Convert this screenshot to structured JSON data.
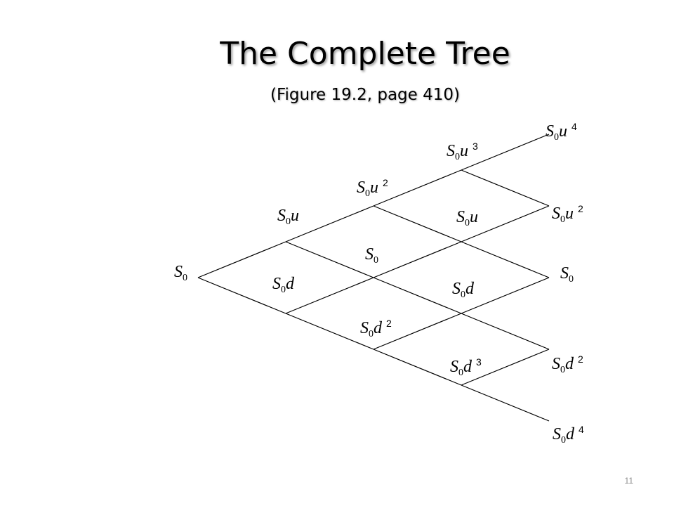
{
  "slide": {
    "title": "The Complete Tree",
    "subtitle": "(Figure 19.2, page 410)",
    "page_number": "11"
  },
  "tree": {
    "line_color": "#000000",
    "nodes": [
      {
        "id": "s0",
        "base": "S",
        "sub": "0",
        "var": "",
        "exp": ""
      },
      {
        "id": "t1-up",
        "base": "S",
        "sub": "0",
        "var": "u",
        "exp": ""
      },
      {
        "id": "t1-down",
        "base": "S",
        "sub": "0",
        "var": "d",
        "exp": ""
      },
      {
        "id": "t2-up",
        "base": "S",
        "sub": "0",
        "var": "u",
        "exp": "2"
      },
      {
        "id": "t2-mid",
        "base": "S",
        "sub": "0",
        "var": "",
        "exp": ""
      },
      {
        "id": "t2-down",
        "base": "S",
        "sub": "0",
        "var": "d",
        "exp": "2"
      },
      {
        "id": "t3-up",
        "base": "S",
        "sub": "0",
        "var": "u",
        "exp": "3"
      },
      {
        "id": "t3-upmid",
        "base": "S",
        "sub": "0",
        "var": "u",
        "exp": ""
      },
      {
        "id": "t3-downmid",
        "base": "S",
        "sub": "0",
        "var": "d",
        "exp": ""
      },
      {
        "id": "t3-down",
        "base": "S",
        "sub": "0",
        "var": "d",
        "exp": "3"
      },
      {
        "id": "t4-up",
        "base": "S",
        "sub": "0",
        "var": "u",
        "exp": "4"
      },
      {
        "id": "t4-upmid",
        "base": "S",
        "sub": "0",
        "var": "u",
        "exp": "2"
      },
      {
        "id": "t4-mid",
        "base": "S",
        "sub": "0",
        "var": "",
        "exp": ""
      },
      {
        "id": "t4-downmid",
        "base": "S",
        "sub": "0",
        "var": "d",
        "exp": "2"
      },
      {
        "id": "t4-down",
        "base": "S",
        "sub": "0",
        "var": "d",
        "exp": "4"
      }
    ]
  }
}
